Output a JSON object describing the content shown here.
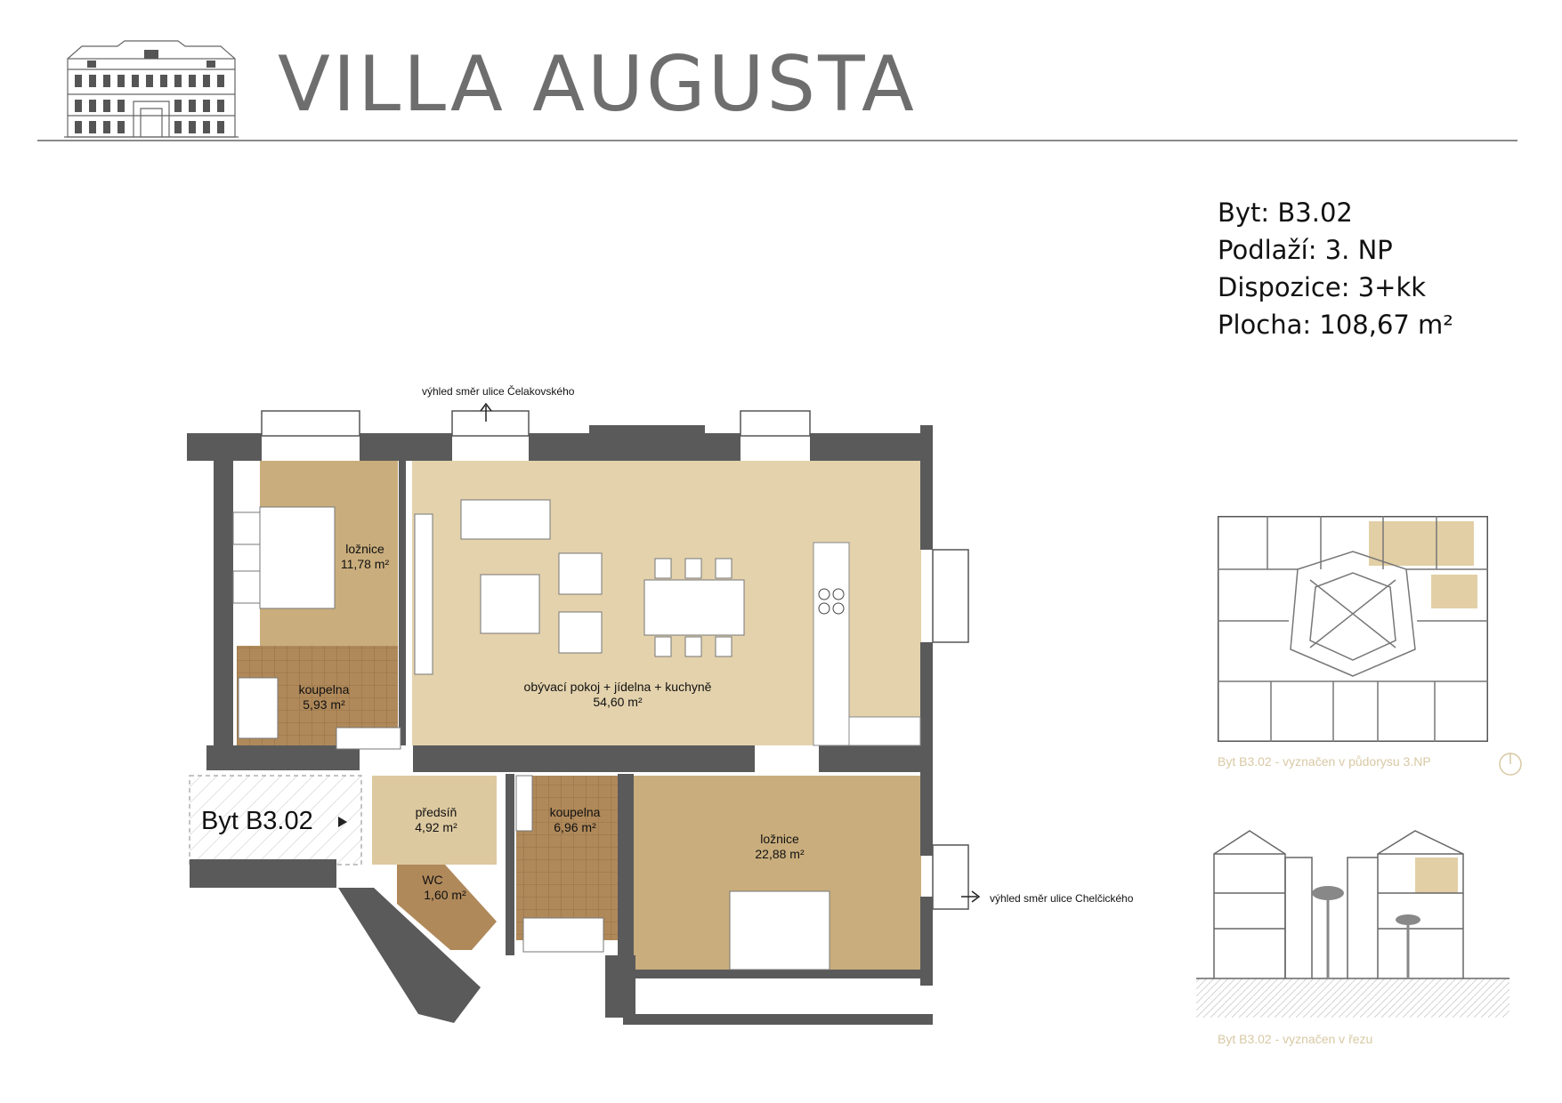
{
  "brand": {
    "title": "VILLA AUGUSTA",
    "logo_icon": "villa-facade-icon"
  },
  "unit_info": {
    "unit": "Byt: B3.02",
    "floor": "Podlaží: 3. NP",
    "layout": "Dispozice: 3+kk",
    "area": "Plocha: 108,67 m²"
  },
  "plan": {
    "unit_tag": "Byt B3.02",
    "view_north": "výhled směr ulice Čelakovského",
    "view_east": "výhled směr ulice Chelčického",
    "rooms": [
      {
        "name": "ložnice",
        "area": "11,78 m²"
      },
      {
        "name": "koupelna",
        "area": "5,93 m²"
      },
      {
        "name": "obývací pokoj + jídelna + kuchyně",
        "area": "54,60 m²"
      },
      {
        "name": "předsíň",
        "area": "4,92 m²"
      },
      {
        "name": "koupelna",
        "area": "6,96 m²"
      },
      {
        "name": "ložnice",
        "area": "22,88 m²"
      },
      {
        "name": "WC",
        "area": "1,60 m²"
      }
    ]
  },
  "key_plan": {
    "floor_caption": "Byt B3.02 - vyznačen v půdorysu 3.NP",
    "section_caption": "Byt B3.02 - vyznačen v řezu"
  },
  "colors": {
    "wall": "#5a5a5a",
    "living": "#e3d2ac",
    "bedroom": "#c9ad7c",
    "tile": "#b0895a",
    "tile_line": "#8a6a40",
    "hall": "#ddc9a0",
    "highlight": "#e2cfa5",
    "title_gray": "#6e6e6e",
    "caption": "#d8c9a4"
  }
}
